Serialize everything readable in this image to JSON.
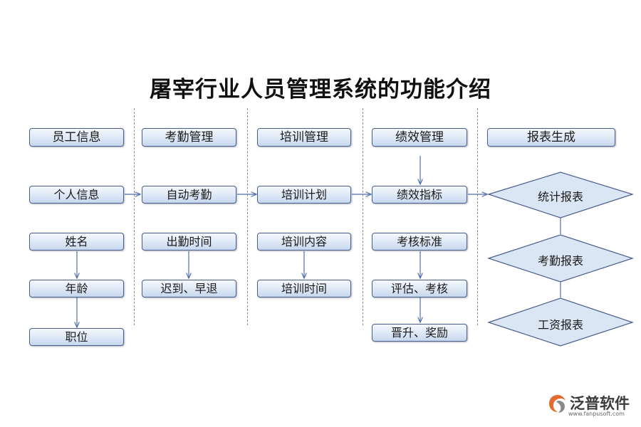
{
  "title": "屠宰行业人员管理系统的功能介绍",
  "columns": {
    "employee_info": {
      "header": "员工信息",
      "items": [
        "个人信息",
        "姓名",
        "年龄",
        "职位"
      ]
    },
    "attendance": {
      "header": "考勤管理",
      "items": [
        "自动考勤",
        "出勤时间",
        "迟到、早退"
      ]
    },
    "training": {
      "header": "培训管理",
      "items": [
        "培训计划",
        "培训内容",
        "培训时间"
      ]
    },
    "performance": {
      "header": "绩效管理",
      "items": [
        "绩效指标",
        "考核标准",
        "评估、考核",
        "晋升、奖励"
      ]
    },
    "reports": {
      "header": "报表生成",
      "items": [
        "统计报表",
        "考勤报表",
        "工资报表"
      ]
    }
  },
  "logo": {
    "name": "泛普软件",
    "url": "www.fanpusoft.com"
  },
  "colors": {
    "box_border": "#4a5e8c",
    "box_fill_top": "#f4f8fd",
    "box_fill_bottom": "#c7d7ee",
    "connector": "#4f6ea8",
    "diamond_fill": "#dbe6f5",
    "divider": "#8a8a8a",
    "logo_accent": "#e36b2c"
  }
}
